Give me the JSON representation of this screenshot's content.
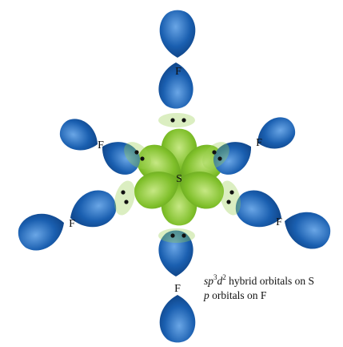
{
  "diagram": {
    "central_atom": "S",
    "ligand_atom": "F",
    "legend": {
      "line1": {
        "sp": "sp",
        "sup1": "3",
        "d": "d",
        "sup2": "2",
        "text": " hybrid orbitals on S"
      },
      "line2": {
        "p": "p",
        "text": " orbitals on F"
      }
    },
    "colors": {
      "hybrid_orbital": "#7fbf2a",
      "hybrid_orbital_dark": "#4f8d14",
      "p_orbital": "#1a5fb0",
      "p_orbital_dark": "#0b3a78",
      "p_orbital_light": "#6aa6e6",
      "electron": "#111111"
    }
  }
}
